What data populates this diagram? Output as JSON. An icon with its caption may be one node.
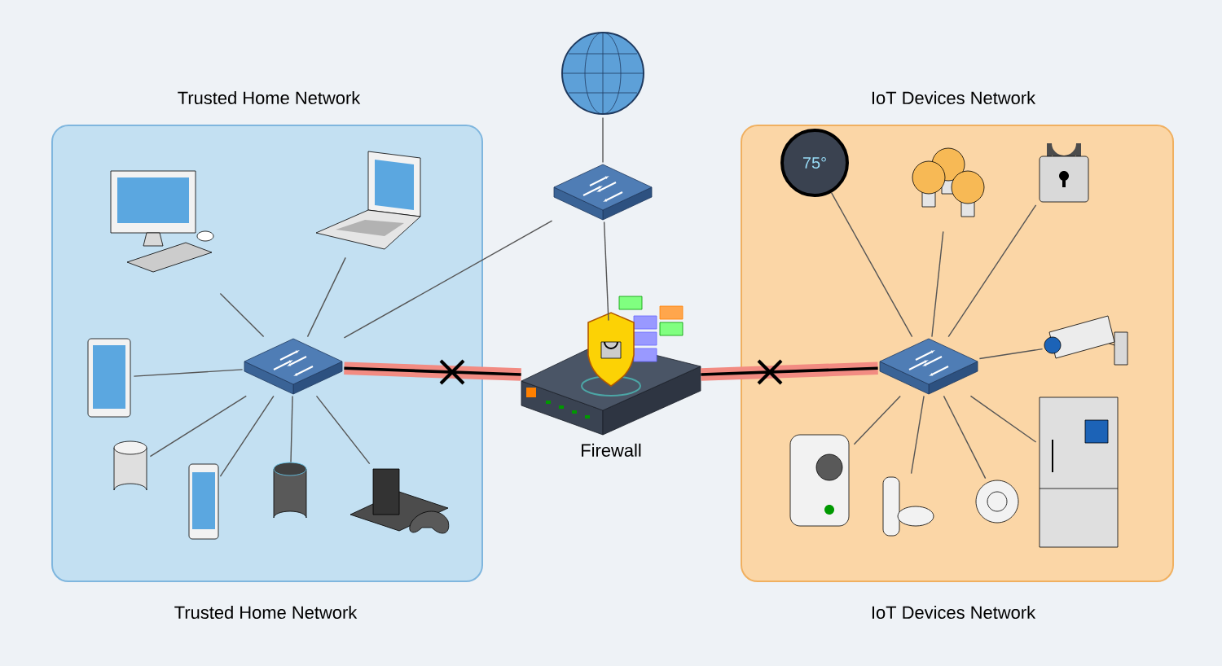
{
  "diagram": {
    "nodes": [
      {
        "text": [
          "Trusted Home Network",
          "Trusted Home Network"
        ]
      },
      {
        "text": [
          "IoT Devices Network",
          "IoT Devices Network"
        ]
      },
      {
        "text": [],
        "shape": "picture"
      },
      {
        "text": [],
        "shape": "picture"
      },
      {
        "text": [
          "Firewall"
        ]
      },
      {
        "text": [],
        "shape": "picture",
        "in": 0
      },
      {
        "text": [],
        "shape": "picture",
        "in": 0
      },
      {
        "text": [],
        "shape": "picture",
        "in": 0
      },
      {
        "text": [],
        "shape": "picture",
        "in": 0
      },
      {
        "text": [],
        "shape": "cylinder",
        "in": 0
      },
      {
        "text": [],
        "shape": "picture",
        "in": 0
      },
      {
        "text": [],
        "shape": "cylinder",
        "in": 0
      },
      {
        "text": [],
        "shape": "picture",
        "in": 0
      },
      {
        "text": [],
        "shape": "picture",
        "in": 1
      },
      {
        "text": [
          "75°"
        ],
        "in": 1
      },
      {
        "text": [],
        "shape": "picture",
        "in": 1
      },
      {
        "text": [],
        "shape": "picture",
        "in": 1
      },
      {
        "text": [],
        "shape": "picture",
        "in": 1
      },
      {
        "text": [],
        "shape": "picture",
        "in": 1
      },
      {
        "text": [],
        "shape": "picture",
        "in": 1
      },
      {
        "text": [],
        "shape": "picture",
        "in": 1
      },
      {
        "text": [],
        "shape": "picture",
        "in": 1
      }
    ],
    "edges": [
      {
        "from": 2,
        "to": 3,
        "arrow": "none"
      },
      {
        "from": 3,
        "to": 4,
        "arrow": "none"
      },
      {
        "from": 3,
        "to": 5,
        "arrow": "none"
      },
      {
        "from": 5,
        "to": 4,
        "arrow": "none",
        "style": "thick",
        "color": "#f28b82"
      },
      {
        "from": 4,
        "to": 13,
        "arrow": "none",
        "style": "thick",
        "color": "#f28b82"
      },
      {
        "from": 5,
        "to": 6,
        "arrow": "none"
      },
      {
        "from": 5,
        "to": 7,
        "arrow": "none"
      },
      {
        "from": 5,
        "to": 8,
        "arrow": "none"
      },
      {
        "from": 5,
        "to": 9,
        "arrow": "none"
      },
      {
        "from": 5,
        "to": 10,
        "arrow": "none"
      },
      {
        "from": 5,
        "to": 11,
        "arrow": "none"
      },
      {
        "from": 5,
        "to": 12,
        "arrow": "none"
      },
      {
        "from": 13,
        "to": 14,
        "arrow": "none"
      },
      {
        "from": 13,
        "to": 15,
        "arrow": "none"
      },
      {
        "from": 13,
        "to": 16,
        "arrow": "none"
      },
      {
        "from": 13,
        "to": 17,
        "arrow": "none"
      },
      {
        "from": 13,
        "to": 18,
        "arrow": "none"
      },
      {
        "from": 13,
        "to": 19,
        "arrow": "none"
      },
      {
        "from": 13,
        "to": 20,
        "arrow": "none"
      },
      {
        "from": 13,
        "to": 21,
        "arrow": "none"
      }
    ]
  }
}
